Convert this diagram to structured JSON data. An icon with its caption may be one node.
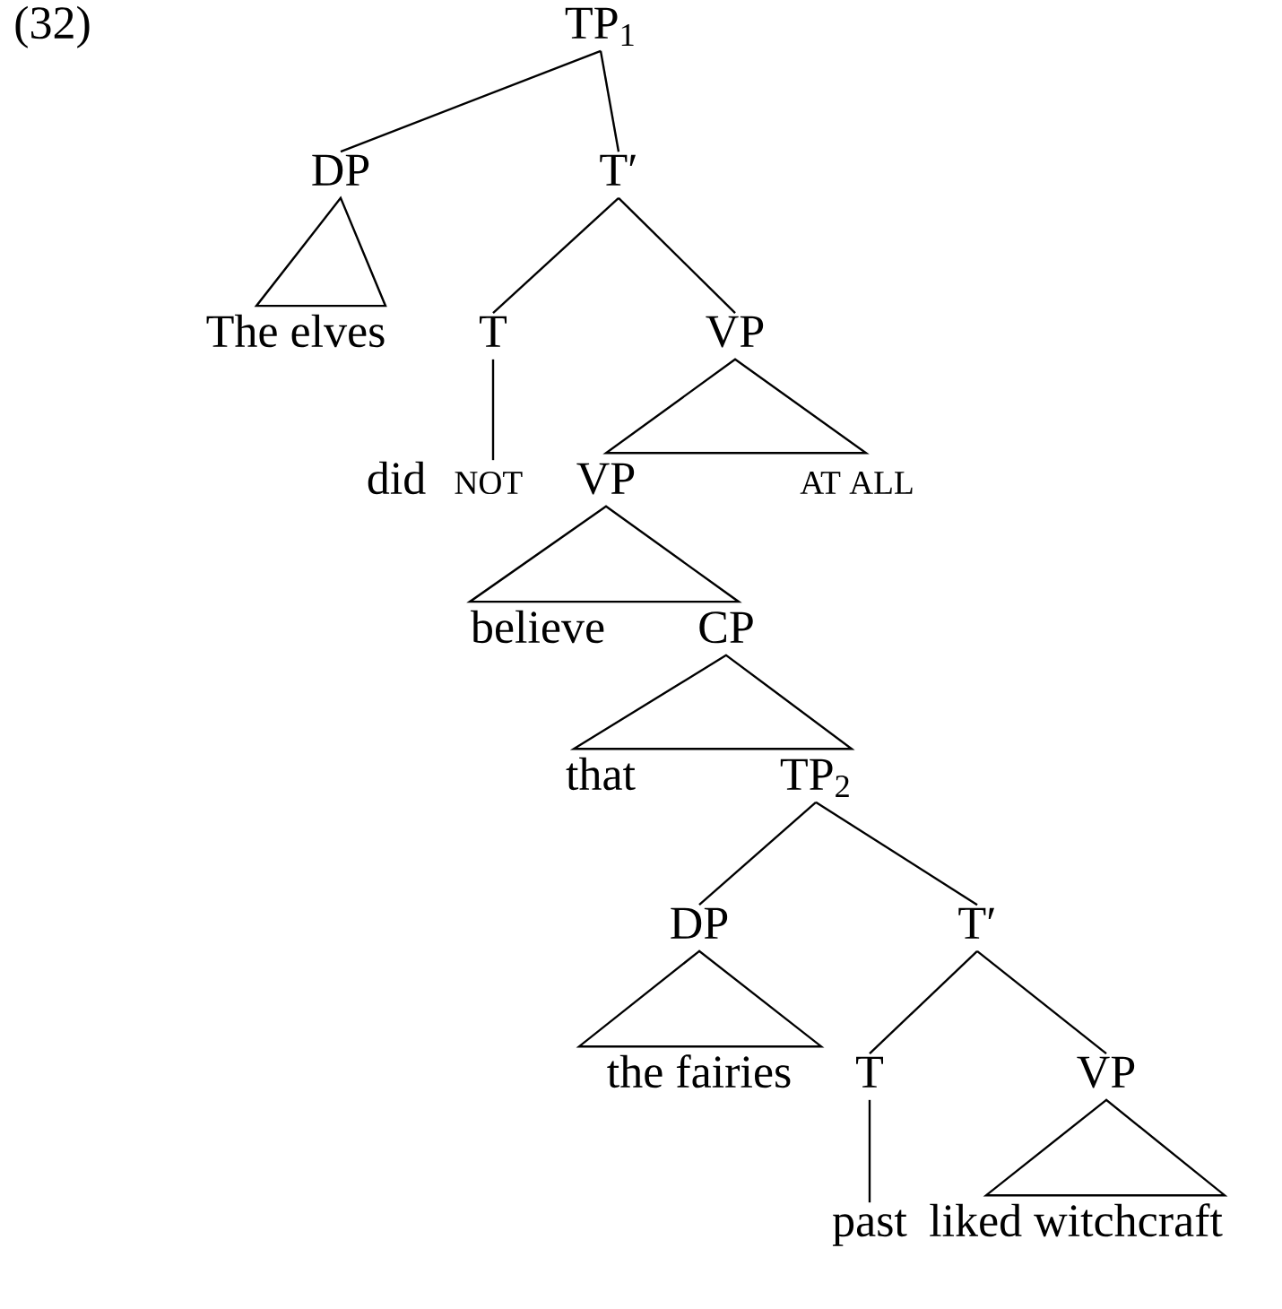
{
  "diagram": {
    "nodes": [
      {
        "text": [
          "TP$_{1}$"
        ]
      },
      {
        "text": [
          "DP"
        ]
      },
      {
        "text": [
          "T′"
        ]
      },
      {
        "text": [
          "The elves"
        ]
      },
      {
        "text": [
          "T"
        ]
      },
      {
        "text": [
          "VP"
        ]
      },
      {
        "text": [
          "did",
          "NOT"
        ]
      },
      {
        "text": [
          "VP"
        ]
      },
      {
        "text": [
          "AT ALL"
        ]
      },
      {
        "text": [
          "believe"
        ]
      },
      {
        "text": [
          "CP"
        ]
      },
      {
        "text": [
          "that"
        ]
      },
      {
        "text": [
          "TP$_{2}$"
        ]
      },
      {
        "text": [
          "DP"
        ]
      },
      {
        "text": [
          "T′"
        ]
      },
      {
        "text": [
          "the fairies"
        ]
      },
      {
        "text": [
          "T"
        ]
      },
      {
        "text": [
          "VP"
        ]
      },
      {
        "text": [
          "past"
        ]
      },
      {
        "text": [
          "liked witchcraft"
        ]
      }
    ],
    "edges": [
      {
        "from": 0,
        "to": 1,
        "arrow": "none"
      },
      {
        "from": 0,
        "to": 2,
        "arrow": "none"
      },
      {
        "from": 1,
        "to": 3,
        "arrow": "none"
      },
      {
        "from": 2,
        "to": 4,
        "arrow": "none"
      },
      {
        "from": 2,
        "to": 5,
        "arrow": "none"
      },
      {
        "from": 4,
        "to": 6,
        "arrow": "none"
      },
      {
        "from": 5,
        "to": 7,
        "arrow": "none"
      },
      {
        "from": 5,
        "to": 8,
        "arrow": "none"
      },
      {
        "from": 7,
        "to": 9,
        "arrow": "none"
      },
      {
        "from": 7,
        "to": 10,
        "arrow": "none"
      },
      {
        "from": 10,
        "to": 11,
        "arrow": "none"
      },
      {
        "from": 10,
        "to": 12,
        "arrow": "none"
      },
      {
        "from": 12,
        "to": 13,
        "arrow": "none"
      },
      {
        "from": 12,
        "to": 14,
        "arrow": "none"
      },
      {
        "from": 13,
        "to": 15,
        "arrow": "none"
      },
      {
        "from": 14,
        "to": 16,
        "arrow": "none"
      },
      {
        "from": 14,
        "to": 17,
        "arrow": "none"
      },
      {
        "from": 16,
        "to": 18,
        "arrow": "none"
      },
      {
        "from": 17,
        "to": 19,
        "arrow": "none"
      }
    ],
    "labels": [
      "(32)"
    ]
  }
}
